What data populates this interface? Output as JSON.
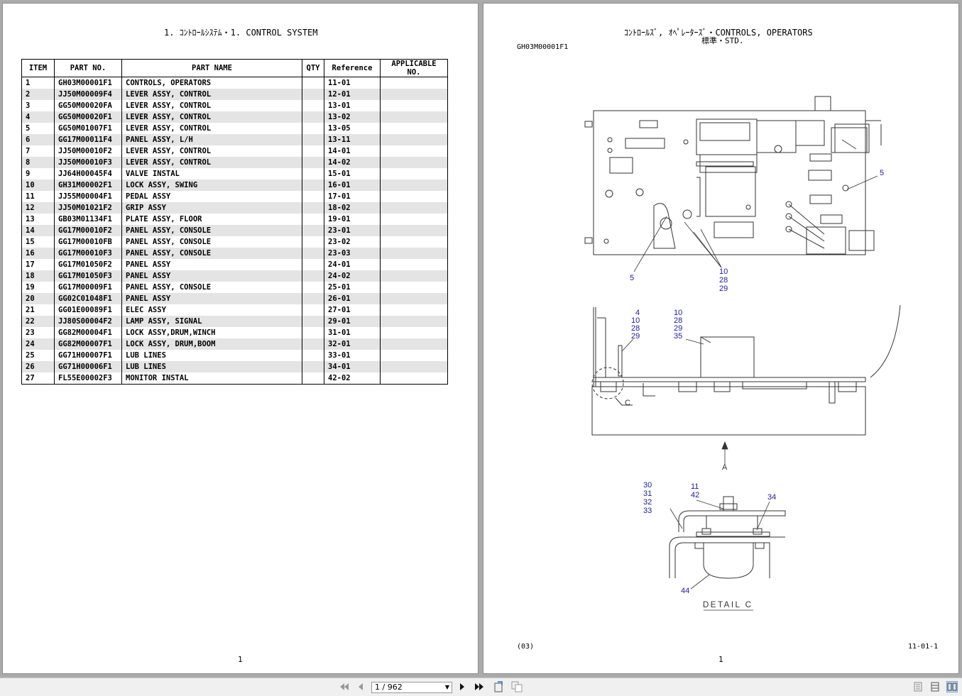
{
  "left_page": {
    "title": "1. ｺﾝﾄﾛｰﾙｼｽﾃﾑ・1. CONTROL SYSTEM",
    "columns": [
      "ITEM",
      "PART NO.",
      "PART NAME",
      "QTY",
      "Reference",
      "APPLICABLE NO."
    ],
    "rows": [
      [
        "1",
        "GH03M00001F1",
        "CONTROLS, OPERATORS",
        "",
        "11-01",
        ""
      ],
      [
        "2",
        "JJ50M00009F4",
        "LEVER ASSY, CONTROL",
        "",
        "12-01",
        ""
      ],
      [
        "3",
        "GG50M00020FA",
        "LEVER ASSY, CONTROL",
        "",
        "13-01",
        ""
      ],
      [
        "4",
        "GG50M00020F1",
        "LEVER ASSY, CONTROL",
        "",
        "13-02",
        ""
      ],
      [
        "5",
        "GG50M01007F1",
        "LEVER ASSY, CONTROL",
        "",
        "13-05",
        ""
      ],
      [
        "6",
        "GG17M00011F4",
        "PANEL ASSY, L/H",
        "",
        "13-11",
        ""
      ],
      [
        "7",
        "JJ50M00010F2",
        "LEVER ASSY, CONTROL",
        "",
        "14-01",
        ""
      ],
      [
        "8",
        "JJ50M00010F3",
        "LEVER ASSY, CONTROL",
        "",
        "14-02",
        ""
      ],
      [
        "9",
        "JJ64H00045F4",
        "VALVE INSTAL",
        "",
        "15-01",
        ""
      ],
      [
        "10",
        "GH31M00002F1",
        "LOCK ASSY, SWING",
        "",
        "16-01",
        ""
      ],
      [
        "11",
        "JJ55M00004F1",
        "PEDAL ASSY",
        "",
        "17-01",
        ""
      ],
      [
        "12",
        "JJ50M01021F2",
        "GRIP ASSY",
        "",
        "18-02",
        ""
      ],
      [
        "13",
        "GB03M01134F1",
        "PLATE ASSY, FLOOR",
        "",
        "19-01",
        ""
      ],
      [
        "14",
        "GG17M00010F2",
        "PANEL ASSY, CONSOLE",
        "",
        "23-01",
        ""
      ],
      [
        "15",
        "GG17M00010FB",
        "PANEL ASSY, CONSOLE",
        "",
        "23-02",
        ""
      ],
      [
        "16",
        "GG17M00010F3",
        "PANEL ASSY, CONSOLE",
        "",
        "23-03",
        ""
      ],
      [
        "17",
        "GG17M01050F2",
        "PANEL ASSY",
        "",
        "24-01",
        ""
      ],
      [
        "18",
        "GG17M01050F3",
        "PANEL ASSY",
        "",
        "24-02",
        ""
      ],
      [
        "19",
        "GG17M00009F1",
        "PANEL ASSY, CONSOLE",
        "",
        "25-01",
        ""
      ],
      [
        "20",
        "GG02C01048F1",
        "PANEL ASSY",
        "",
        "26-01",
        ""
      ],
      [
        "21",
        "GG01E00089F1",
        "ELEC ASSY",
        "",
        "27-01",
        ""
      ],
      [
        "22",
        "JJ80S00004F2",
        "LAMP ASSY, SIGNAL",
        "",
        "29-01",
        ""
      ],
      [
        "23",
        "GG82M00004F1",
        "LOCK ASSY,DRUM,WINCH",
        "",
        "31-01",
        ""
      ],
      [
        "24",
        "GG82M00007F1",
        "LOCK ASSY, DRUM,BOOM",
        "",
        "32-01",
        ""
      ],
      [
        "25",
        "GG71H00007F1",
        "LUB LINES",
        "",
        "33-01",
        ""
      ],
      [
        "26",
        "GG71H00006F1",
        "LUB LINES",
        "",
        "34-01",
        ""
      ],
      [
        "27",
        "FL55E00002F3",
        "MONITOR INSTAL",
        "",
        "42-02",
        ""
      ]
    ],
    "page_number": "1"
  },
  "right_page": {
    "title": "ｺﾝﾄﾛｰﾙｽﾞ, ｵﾍﾟﾚｰﾀｰｽﾞ・CONTROLS, OPERATORS",
    "subtitle": "標準・STD.",
    "drawing_no": "GH03M00001F1",
    "callouts": {
      "top_5_right": "5",
      "top_5_left": "5",
      "top_group": [
        "10",
        "28",
        "29"
      ],
      "mid_group_a": [
        "4",
        "10",
        "28",
        "29"
      ],
      "mid_group_b": [
        "10",
        "28",
        "29",
        "35"
      ],
      "mid_c": "C",
      "arrow_a": "A",
      "det_left": [
        "30",
        "31",
        "32",
        "33"
      ],
      "det_top": [
        "11",
        "42"
      ],
      "det_right": "34",
      "det_bottom": "44"
    },
    "detail_label": "DETAIL C",
    "footer_left": "(03)",
    "footer_right": "11-01-1",
    "page_number": "1"
  },
  "toolbar": {
    "page_indicator": "1 / 962",
    "icons": [
      "first-page-icon",
      "prev-page-icon",
      "next-page-icon",
      "last-page-icon",
      "rotate-icon",
      "copy-icon",
      "single-page-view-icon",
      "continuous-view-icon",
      "two-page-view-icon"
    ]
  }
}
